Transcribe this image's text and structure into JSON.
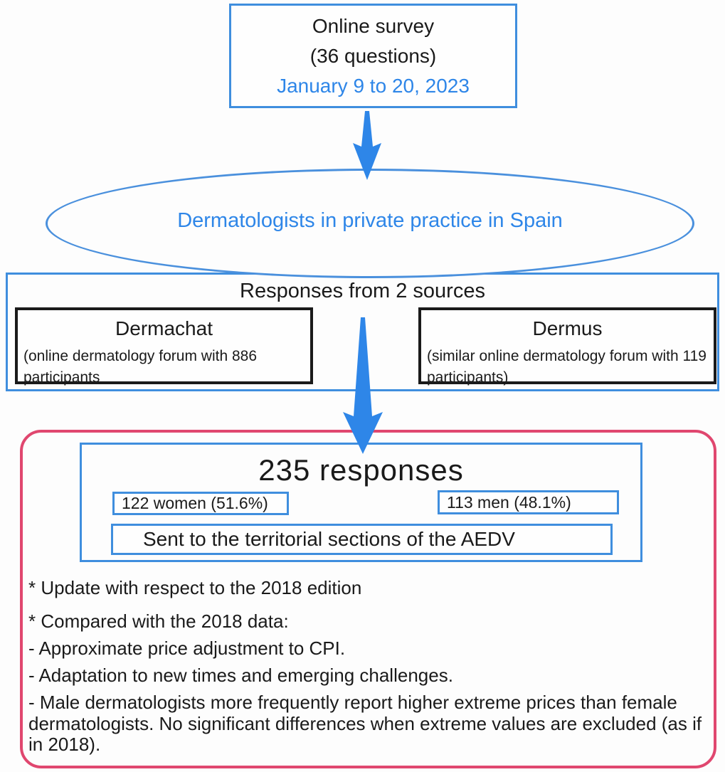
{
  "colors": {
    "flow_blue": "#2e86e8",
    "box_border_blue": "#3f8ede",
    "inner_box_black": "#1a1a1a",
    "results_border_pink": "#e0476f"
  },
  "survey_box": {
    "line1": "Online survey",
    "line2": "(36 questions)",
    "line3": "January 9 to 20, 2023"
  },
  "population_ellipse": {
    "label": "Dermatologists in private practice in Spain"
  },
  "sources_box": {
    "title": "Responses from 2 sources",
    "sources": [
      {
        "name": "Dermachat",
        "description": "(online dermatology forum with 886 participants"
      },
      {
        "name": "Dermus",
        "description": "(similar online dermatology forum with 119 participants)"
      }
    ]
  },
  "results_box": {
    "total": "235 responses",
    "women": "122 women (51.6%)",
    "men": "113 men (48.1%)",
    "distribution": "Sent to the territorial sections of the AEDV",
    "notes": {
      "update": "* Update with respect to the 2018 edition",
      "compared": "* Compared with the 2018 data:",
      "cpi": "- Approximate price adjustment to CPI.",
      "adaptation": "- Adaptation to new times and emerging challenges.",
      "male_vs_female": "- Male dermatologists more frequently report higher extreme prices than female dermatologists. No significant differences when extreme values are excluded (as if in 2018)."
    }
  }
}
